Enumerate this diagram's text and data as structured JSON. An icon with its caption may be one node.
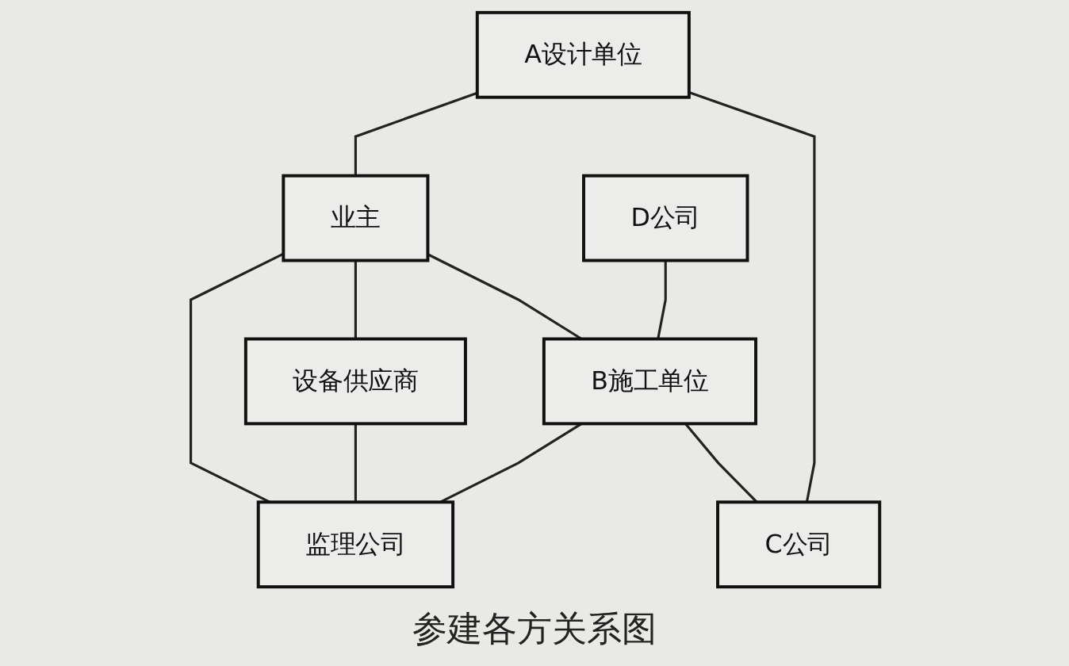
{
  "diagram": {
    "caption": "参建各方关系图",
    "nodes": [
      {
        "text": [
          "A设计单位"
        ]
      },
      {
        "text": [
          "业主"
        ]
      },
      {
        "text": [
          "设备供应商"
        ]
      },
      {
        "text": [
          "D公司"
        ]
      },
      {
        "text": [
          "B施工单位"
        ]
      },
      {
        "text": [
          "监理公司"
        ]
      },
      {
        "text": [
          "C公司"
        ]
      }
    ],
    "edges": [
      {
        "from": 0,
        "to": 1,
        "arrow": "none"
      },
      {
        "from": 1,
        "to": 2,
        "arrow": "none"
      },
      {
        "from": 1,
        "to": 4,
        "arrow": "none"
      },
      {
        "from": 1,
        "to": 5,
        "arrow": "none"
      },
      {
        "from": 2,
        "to": 5,
        "arrow": "none"
      },
      {
        "from": 3,
        "to": 4,
        "arrow": "none"
      },
      {
        "from": 4,
        "to": 5,
        "arrow": "none"
      },
      {
        "from": 4,
        "to": 6,
        "arrow": "none"
      },
      {
        "from": 0,
        "to": 6,
        "arrow": "none"
      }
    ]
  }
}
